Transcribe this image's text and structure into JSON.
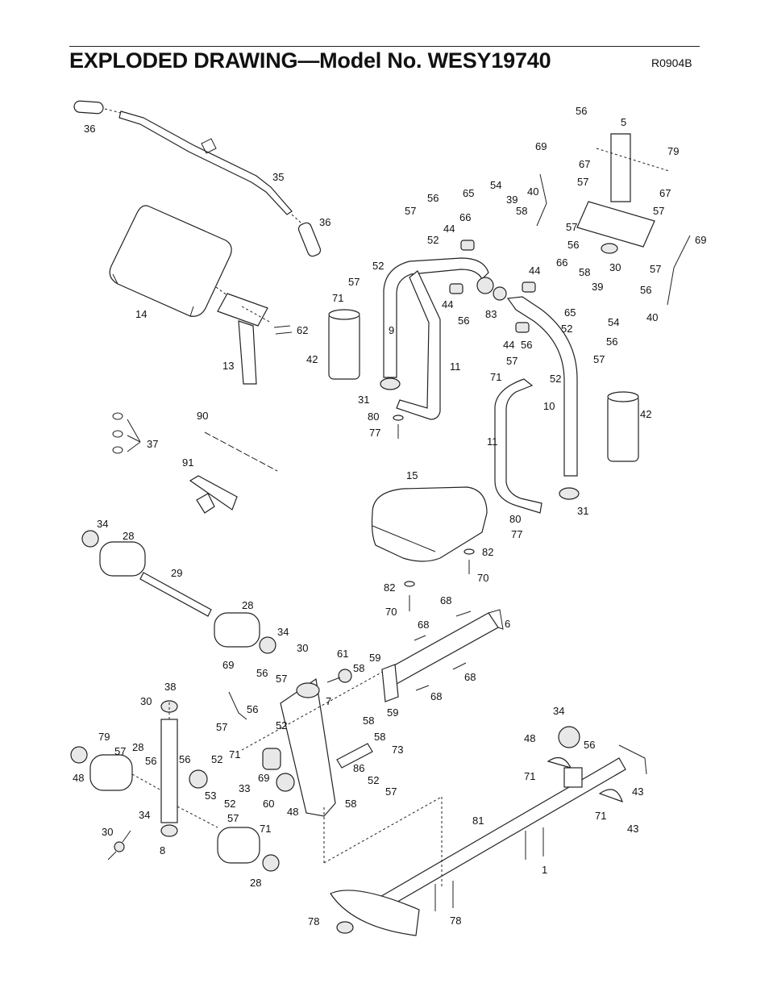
{
  "header": {
    "title": "EXPLODED DRAWING—Model No. WESY19740",
    "code": "R0904B"
  },
  "callouts": [
    "36",
    "35",
    "36",
    "14",
    "62",
    "13",
    "42",
    "9",
    "11",
    "31",
    "80",
    "77",
    "52",
    "57",
    "71",
    "56",
    "57",
    "52",
    "65",
    "66",
    "54",
    "39",
    "58",
    "44",
    "44",
    "56",
    "83",
    "40",
    "69",
    "67",
    "57",
    "5",
    "56",
    "79",
    "67",
    "57",
    "69",
    "57",
    "56",
    "30",
    "57",
    "56",
    "40",
    "44",
    "66",
    "58",
    "39",
    "65",
    "54",
    "52",
    "56",
    "57",
    "44",
    "56",
    "57",
    "71",
    "52",
    "10",
    "42",
    "11",
    "31",
    "80",
    "77",
    "37",
    "90",
    "91",
    "34",
    "28",
    "29",
    "28",
    "34",
    "15",
    "82",
    "70",
    "82",
    "70",
    "68",
    "68",
    "6",
    "68",
    "68",
    "30",
    "61",
    "58",
    "59",
    "59",
    "58",
    "69",
    "56",
    "57",
    "7",
    "56",
    "52",
    "57",
    "38",
    "30",
    "56",
    "79",
    "28",
    "57",
    "56",
    "52",
    "48",
    "34",
    "8",
    "30",
    "53",
    "52",
    "57",
    "71",
    "33",
    "69",
    "60",
    "48",
    "58",
    "58",
    "73",
    "86",
    "52",
    "57",
    "71",
    "28",
    "34",
    "48",
    "56",
    "71",
    "43",
    "71",
    "43",
    "81",
    "1",
    "78",
    "78",
    "30"
  ]
}
